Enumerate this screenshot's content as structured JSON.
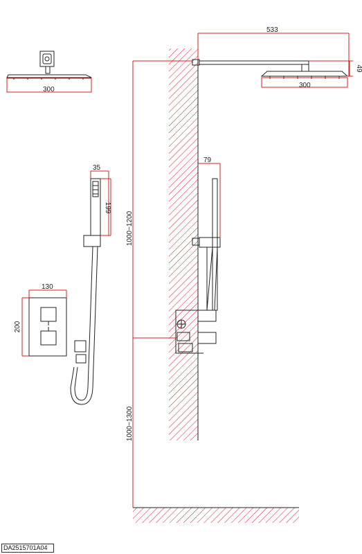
{
  "drawing": {
    "code": "DA2515701A04",
    "dimensions": {
      "arm_length": "533",
      "head_height": "49",
      "head_width_side": "300",
      "head_width_top": "300",
      "rail_offset": "79",
      "handset_width": "35",
      "handset_length": "199",
      "valve_width": "130",
      "valve_height": "200",
      "head_height_range": "1000~1200",
      "valve_height_range": "1000~1300"
    },
    "colors": {
      "dimension_line": "#d42020",
      "outline": "#222222",
      "hatch": "#d42020"
    }
  }
}
